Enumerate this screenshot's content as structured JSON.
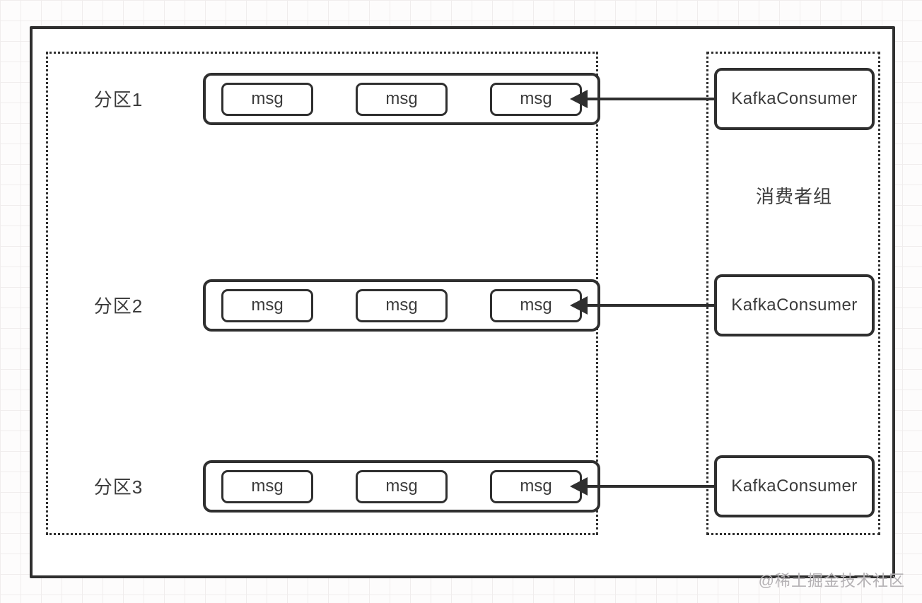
{
  "partitions": [
    {
      "label": "分区1",
      "messages": [
        "msg",
        "msg",
        "msg"
      ]
    },
    {
      "label": "分区2",
      "messages": [
        "msg",
        "msg",
        "msg"
      ]
    },
    {
      "label": "分区3",
      "messages": [
        "msg",
        "msg",
        "msg"
      ]
    }
  ],
  "consumer_group": {
    "label": "消费者组",
    "consumers": [
      "KafkaConsumer",
      "KafkaConsumer",
      "KafkaConsumer"
    ]
  },
  "watermark": "@稀土掘金技术社区",
  "colors": {
    "ink": "#2f2f2f",
    "text": "#3b3b3b",
    "grid": "#f0eded",
    "panel": "#ffffff",
    "watermark": "#b5b2b5"
  }
}
